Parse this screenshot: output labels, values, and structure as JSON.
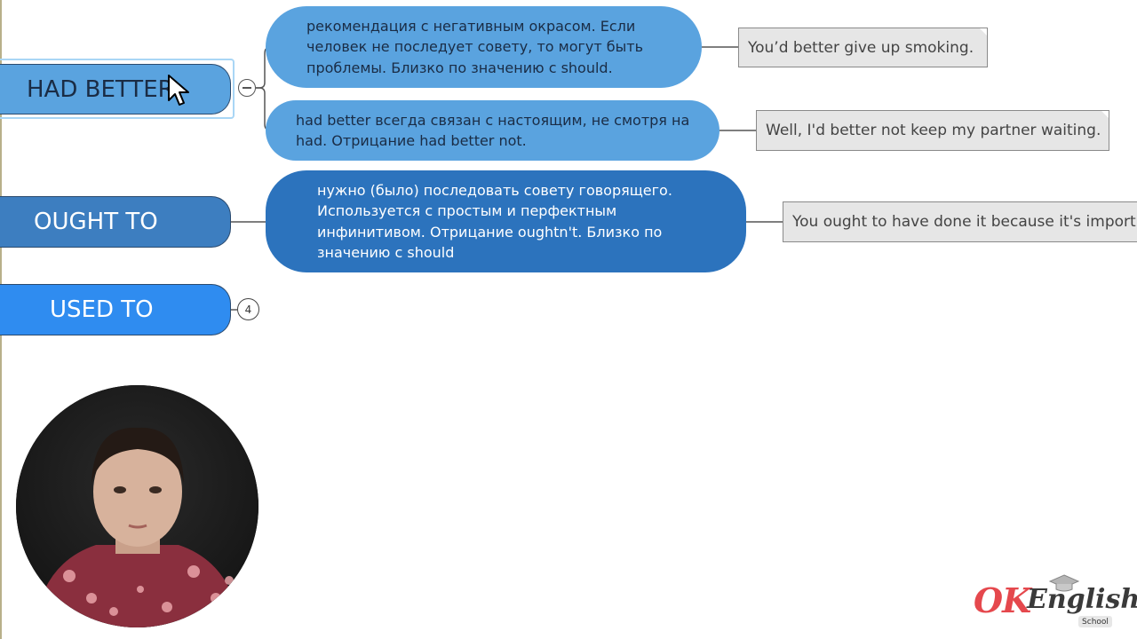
{
  "topics": {
    "had_better": "HAD BETTER",
    "ought_to": "OUGHT TO",
    "used_to": "USED TO"
  },
  "notes": {
    "had_better_1": "рекомендация с негативным окрасом. Если человек не последует совету, то могут быть проблемы. Близко по значению с should.",
    "had_better_2": "had better всегда связан с настоящим, не смотря на had. Отрицание had better not.",
    "ought_to": "нужно (было) последовать совету говорящего. Используется с простым и перфектным инфинитивом. Отрицание oughtn't. Близко по значению с should"
  },
  "examples": {
    "had_better_1": "You’d better give up smoking.",
    "had_better_2": "Well, I'd better not keep my partner waiting.",
    "ought_to": "You ought to have done it because it's import"
  },
  "used_to_child_count": "4",
  "logo": {
    "ok": "OK",
    "english": "English",
    "school": "School"
  },
  "colors": {
    "topic_had_better": "#5aa3df",
    "topic_ought_to": "#3d7ec0",
    "topic_used_to": "#2f8cf0",
    "example_box": "#e6e6e6",
    "logo_ok": "#e5484d"
  },
  "icons": {
    "collapse": "minus-circle-icon",
    "cursor": "mouse-pointer-icon",
    "logo_cap": "graduation-cap-icon"
  }
}
